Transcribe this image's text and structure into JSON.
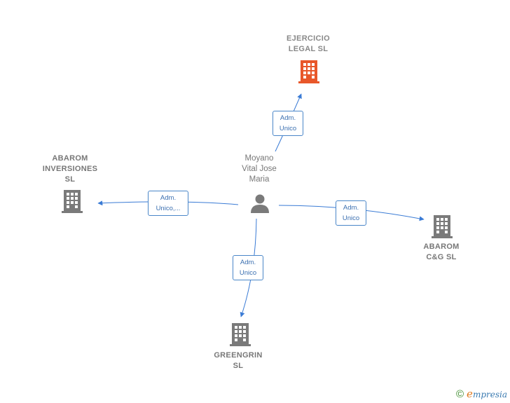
{
  "colors": {
    "edge": "#3a7bd5",
    "company": "#777777",
    "company_highlight": "#e8572a",
    "person": "#777777"
  },
  "center": {
    "name": "Moyano\nVital Jose\nMaria",
    "icon": "person-icon"
  },
  "companies": [
    {
      "name": "EJERCICIO\nLEGAL  SL",
      "icon": "building-icon",
      "highlight": true
    },
    {
      "name": "ABAROM\nINVERSIONES\nSL",
      "icon": "building-icon",
      "highlight": false
    },
    {
      "name": "ABAROM\nC&G  SL",
      "icon": "building-icon",
      "highlight": false
    },
    {
      "name": "GREENGRIN\nSL",
      "icon": "building-icon",
      "highlight": false
    }
  ],
  "edges": [
    {
      "label": "Adm.\nUnico"
    },
    {
      "label": "Adm.\nUnico,..."
    },
    {
      "label": "Adm.\nUnico"
    },
    {
      "label": "Adm.\nUnico"
    }
  ],
  "footer": {
    "copyright": "©",
    "brand_initial": "e",
    "brand_rest": "mpresia"
  }
}
